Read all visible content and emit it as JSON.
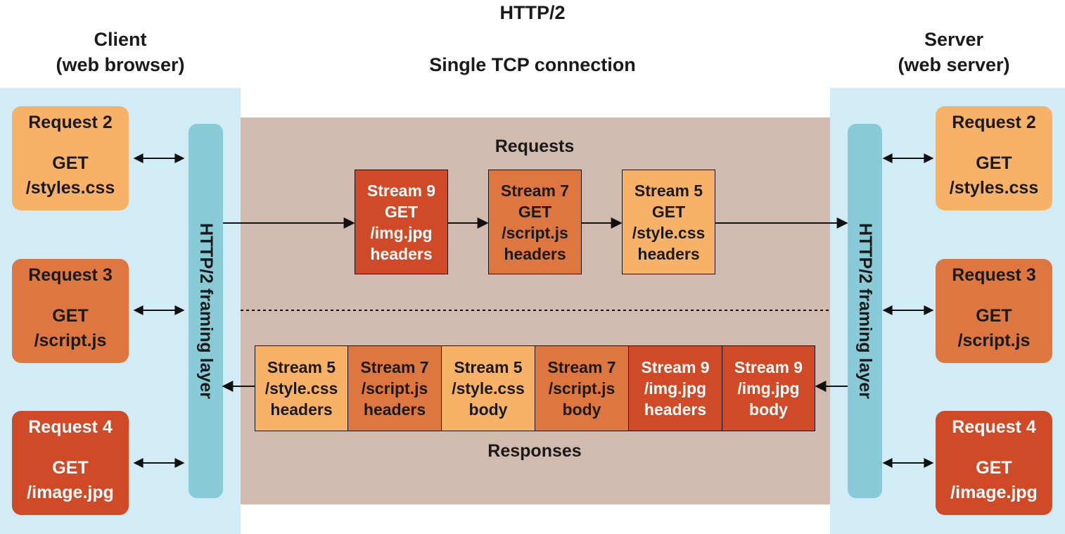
{
  "title": "HTTP/2",
  "subtitle": "Single TCP connection",
  "client": {
    "heading_line1": "Client",
    "heading_line2": "(web browser)",
    "framing_label": "HTTP/2 framing layer",
    "requests": [
      {
        "label": "Request 2",
        "method": "GET",
        "path": "/styles.css",
        "color": "#f8b268"
      },
      {
        "label": "Request 3",
        "method": "GET",
        "path": "/script.js",
        "color": "#de773f"
      },
      {
        "label": "Request 4",
        "method": "GET",
        "path": "/image.jpg",
        "color": "#d14a28"
      }
    ]
  },
  "server": {
    "heading_line1": "Server",
    "heading_line2": "(web server)",
    "framing_label": "HTTP/2 framing layer",
    "requests": [
      {
        "label": "Request 2",
        "method": "GET",
        "path": "/styles.css",
        "color": "#f8b268"
      },
      {
        "label": "Request 3",
        "method": "GET",
        "path": "/script.js",
        "color": "#de773f"
      },
      {
        "label": "Request 4",
        "method": "GET",
        "path": "/image.jpg",
        "color": "#d14a28"
      }
    ]
  },
  "requests_section": {
    "label": "Requests",
    "frames": [
      {
        "stream": "Stream 9",
        "line2": "GET",
        "line3": "/img.jpg",
        "line4": "headers",
        "color": "#d14a28"
      },
      {
        "stream": "Stream 7",
        "line2": "GET",
        "line3": "/script.js",
        "line4": "headers",
        "color": "#de773f"
      },
      {
        "stream": "Stream 5",
        "line2": "GET",
        "line3": "/style.css",
        "line4": "headers",
        "color": "#f8b268"
      }
    ]
  },
  "responses_section": {
    "label": "Responses",
    "frames": [
      {
        "stream": "Stream 5",
        "line2": "/style.css",
        "line3": "headers",
        "color": "#f8b268"
      },
      {
        "stream": "Stream 7",
        "line2": "/script.js",
        "line3": "headers",
        "color": "#de773f"
      },
      {
        "stream": "Stream 5",
        "line2": "/style.css",
        "line3": "body",
        "color": "#f8b268"
      },
      {
        "stream": "Stream 7",
        "line2": "/script.js",
        "line3": "body",
        "color": "#de773f"
      },
      {
        "stream": "Stream 9",
        "line2": "/img.jpg",
        "line3": "headers",
        "color": "#d14a28"
      },
      {
        "stream": "Stream 9",
        "line2": "/img.jpg",
        "line3": "body",
        "color": "#d14a28"
      }
    ]
  },
  "colors": {
    "side_panel": "#d1ecf6",
    "center_panel": "#d0bbae",
    "framing_layer": "#88cbd6"
  }
}
